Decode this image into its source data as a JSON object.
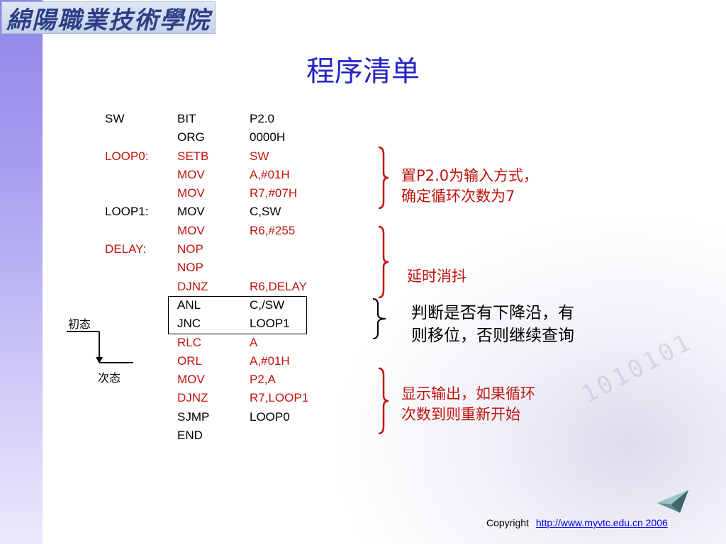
{
  "logo": {
    "text": "綿陽職業技術學院"
  },
  "title": "程序清单",
  "code_lines": [
    {
      "label": "SW",
      "op": "BIT",
      "arg": "P2.0",
      "color": "black"
    },
    {
      "label": "",
      "op": "ORG",
      "arg": "0000H",
      "color": "black"
    },
    {
      "label": "LOOP0:",
      "op": "SETB",
      "arg": "SW",
      "color": "red"
    },
    {
      "label": "",
      "op": "MOV",
      "arg": "A,#01H",
      "color": "red"
    },
    {
      "label": "",
      "op": "MOV",
      "arg": "R7,#07H",
      "color": "red"
    },
    {
      "label": "LOOP1:",
      "op": "MOV",
      "arg": "C,SW",
      "color": "black"
    },
    {
      "label": "",
      "op": "MOV",
      "arg": "R6,#255",
      "color": "red"
    },
    {
      "label": "DELAY:",
      "op": "NOP",
      "arg": "",
      "color": "red"
    },
    {
      "label": "",
      "op": "NOP",
      "arg": "",
      "color": "red"
    },
    {
      "label": "",
      "op": "DJNZ",
      "arg": "R6,DELAY",
      "color": "red"
    },
    {
      "label": "",
      "op": "ANL",
      "arg": "C,/SW",
      "color": "black"
    },
    {
      "label": "",
      "op": "JNC",
      "arg": "LOOP1",
      "color": "black"
    },
    {
      "label": "",
      "op": "RLC",
      "arg": "A",
      "color": "red"
    },
    {
      "label": "",
      "op": "ORL",
      "arg": "A,#01H",
      "color": "red"
    },
    {
      "label": "",
      "op": "MOV",
      "arg": "P2,A",
      "color": "red"
    },
    {
      "label": "",
      "op": "DJNZ",
      "arg": "R7,LOOP1",
      "color": "red"
    },
    {
      "label": "",
      "op": "SJMP",
      "arg": "LOOP0",
      "color": "black"
    },
    {
      "label": "",
      "op": "END",
      "arg": "",
      "color": "black"
    }
  ],
  "state_labels": {
    "initial": "初态",
    "next": "次态"
  },
  "comments": {
    "c1_line1": "置P2.0为输入方式，",
    "c1_line2": "确定循环次数为7",
    "c2": "延时消抖",
    "c3_line1": "判断是否有下降沿，有",
    "c3_line2": "则移位，否则继续查询",
    "c4_line1": "显示输出，如果循环",
    "c4_line2": "次数到则重新开始"
  },
  "footer": {
    "copyright_label": "Copyright",
    "link_text": "http://www.myvtc.edu.cn 2006"
  },
  "colors": {
    "title": "#2424c4",
    "code_red": "#c0140c",
    "comment_red": "#c0140c",
    "link": "#0000ee",
    "left_band": "#8f86e6"
  },
  "icons": {
    "nav": "next-slide-arrow-icon"
  }
}
